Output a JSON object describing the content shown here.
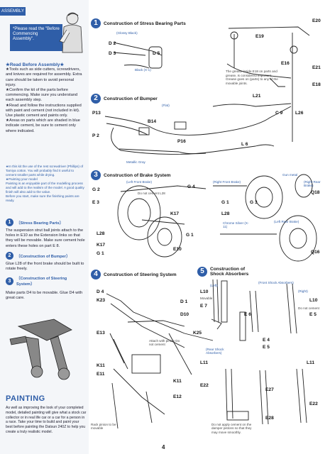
{
  "page_tab": "ASSEMBLY",
  "intro_note": "*Please read the \"Before Commencing Assembly\".",
  "before_assembly": {
    "title": "★Read Before Assembly★",
    "body": "★Tools such as side cutters, screwdrivers, and knives are required for assembly. Extra care should be taken to avoid personal injury.\n★Confirm the kit of the parts before commencing. Make sure you understand each assembly step.\n★Read and follow the instructions supplied with paint and cement (not included in kit). Use plastic cement and paints only.\n★Areas on parts which are shaded in blue indicate cement, be sure to cement only where indicated."
  },
  "small_print": "★In this kit the use of the rest screwdriver (Phillips) of Tamiya cotton. You will probably find it useful to cement smaller parts while drying.\n★Painting your model\nPainting is an enjoyable part of the modelling process and will add to the realism of the model. A good quality finish will also add to the value.\nBefore you start, make sure the finishing paints are ready.",
  "steps": {
    "s1_left": {
      "num": "1",
      "title": "〔Stress Bearing Parts〕",
      "body": "The suspension strut ball joints attach to the holes in E10 as the Extension links so that they will be movable. Make sure cement hole enters these holes on part E 8."
    },
    "s2_left": {
      "num": "2",
      "title": "〔Construction of Bumper〕",
      "body": "Glue L28 of the front brake should be built to rotate freely."
    },
    "s3_left": {
      "num": "3",
      "title": "〔Construction of Steering System〕",
      "body": "Make parts D4 to be movable. Glue D4 with great care."
    },
    "s1": {
      "num": "1",
      "title": "Construction of Stress Bearing Parts"
    },
    "s2": {
      "num": "2",
      "title": "Construction of Bumper"
    },
    "s3": {
      "num": "3",
      "title": "Construction of Brake System"
    },
    "s4": {
      "num": "4",
      "title": "Construction of Steering System"
    },
    "s5": {
      "num": "5",
      "title": "Construction of Shock Absorbers"
    }
  },
  "painting": {
    "title": "PAINTING",
    "body": "As well as improving the look of your completed model, detailed painting will give what a stock car collector or in real life car or a car for a person in a race. Take your time to build and paint your best before painting the Datsun 240Z to help you create a truly realistic model."
  },
  "part_labels": {
    "e20": "E20",
    "e19": "E19",
    "e21": "E21",
    "e18": "E18",
    "e16": "E16",
    "d2": "D 2",
    "d3": "D 3",
    "d5": "D 5",
    "l21": "L21",
    "c9": "C 9",
    "l26": "L26",
    "l6": "L 6",
    "p13": "P13",
    "b14": "B14",
    "p2": "P 2",
    "p16": "P16",
    "g2": "G 2",
    "e3": "E 3",
    "g4": "G 4",
    "k17": "K17",
    "g1": "G 1",
    "l28": "L28",
    "l28b": "L28",
    "k17b": "K17",
    "g1b": "G 1",
    "e10": "E10",
    "g1c": "G 1",
    "g3": "G 3",
    "q18": "Q18",
    "q16": "Q16",
    "d4": "D 4",
    "k23": "K23",
    "d1": "D 1",
    "d10": "D10",
    "e13": "E13",
    "k25": "K25",
    "k11": "K11",
    "e11": "E11",
    "k11b": "K11",
    "e12": "E12",
    "l10": "L10",
    "e7": "E 7",
    "e6": "E 6",
    "e4": "E 4",
    "e5": "E 5",
    "l10b": "L10",
    "e5b": "E 5",
    "l11": "L11",
    "l11b": "L11",
    "e22": "E22",
    "e27": "E27",
    "e28": "E28",
    "e22b": "E22"
  },
  "annotations": {
    "paint_glossy": "(Glossy Black)",
    "black_b1": "Black (X-1)",
    "grease_note": "The grease inside E18 on parts and grease, is considered important. Grease goes on (parts) to any of the movable joints.",
    "gray": "(Flat)",
    "left_front_brake": "(Left Front Brake)",
    "right_front_brake": "(Right Front Brake)",
    "right_rear_brake": "(Right Rear Brake)",
    "left_rear_brake": "(Left Rear Brake)",
    "metallic_gray": "Metallic Gray",
    "gunmetal": "Gun metal",
    "do_not_cement": "Do not cement L28",
    "chrome_silver": "Chrome Silver (X-11)",
    "front_shock": "(Front Shock Absorbers)",
    "left": "(Left)",
    "right": "(Right)",
    "movable": "Movable",
    "do_not_cement2": "Do not cement",
    "rear_shock": "(Rear Shock Absorbers)",
    "rack_movable": "Rack pinion to be movable",
    "cement_note": "Do not apply cement on the damper pistons so that they may move smoothly.",
    "rack_pinion": "Attach with pinion Do not cement"
  },
  "page_number": "4"
}
